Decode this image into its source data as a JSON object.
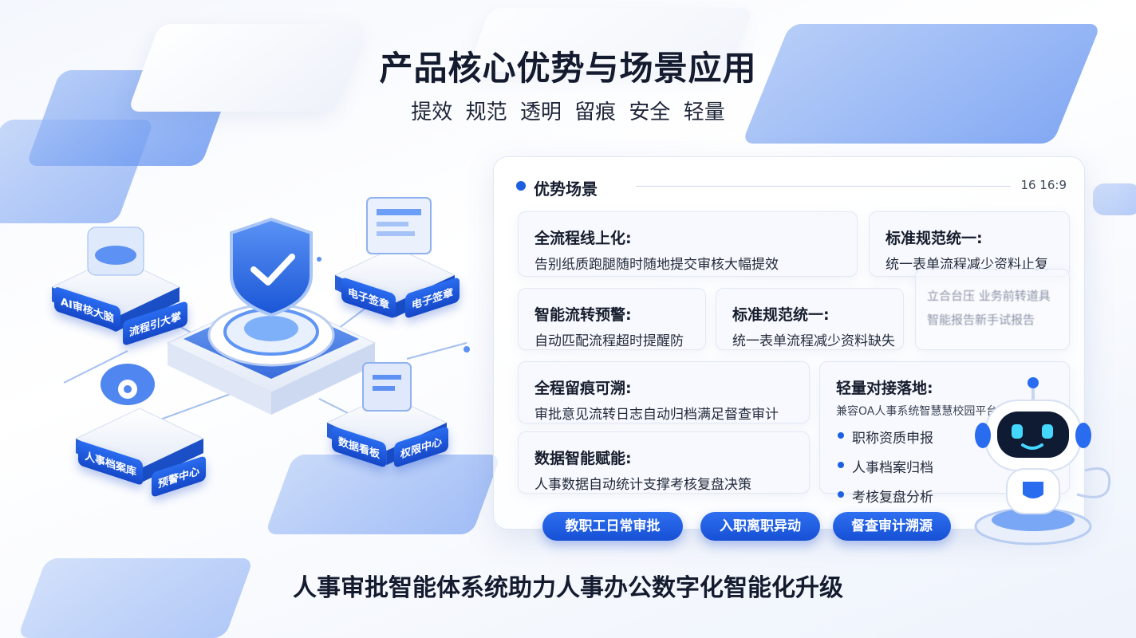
{
  "title": "产品核心优势与场景应用",
  "subtitle": [
    "提效",
    "规范",
    "透明",
    "留痕",
    "安全",
    "轻量"
  ],
  "footer": "人事审批智能体系统助力人事办公数字化智能化升级",
  "panel": {
    "heading": "优势场景",
    "ratio": "16 16:9",
    "cards": [
      {
        "title": "全流程线上化:",
        "text": "告别纸质跑腿随时随地提交审核大幅提效"
      },
      {
        "title": "标准规范统一:",
        "text": "统一表单流程减少资料止复"
      },
      {
        "title": "智能流转预警:",
        "text": "自动匹配流程超时提醒防"
      },
      {
        "title": "标准规范统一:",
        "text": "统一表单流程减少资料缺失"
      },
      {
        "title": "全程留痕可溯:",
        "text": "审批意见流转日志自动归档满足督查审计"
      },
      {
        "title": "数据智能赋能:",
        "text": "人事数据自动统计支撑考核复盘决策"
      }
    ],
    "blurred": [
      "立合台压 业务前转道具",
      "智能报告新手试报告"
    ],
    "light": {
      "title": "轻量对接落地:",
      "sub": "兼容OA人事系统智慧慧校园平台",
      "items": [
        "职称资质申报",
        "人事档案归档",
        "考核复盘分析"
      ]
    }
  },
  "pills": [
    "教职工日常审批",
    "入职离职异动",
    "督查审计溯源"
  ],
  "modules": {
    "top_left": [
      "AI审核大脑",
      "流程引大掌"
    ],
    "top_right": [
      "电子签章",
      "电子签章"
    ],
    "bottom_left": [
      "人事档案库",
      "预警中心"
    ],
    "bottom_right": [
      "数据看板",
      "权限中心"
    ]
  },
  "colors": {
    "accent": "#1c5fe0",
    "title": "#141b2e"
  }
}
